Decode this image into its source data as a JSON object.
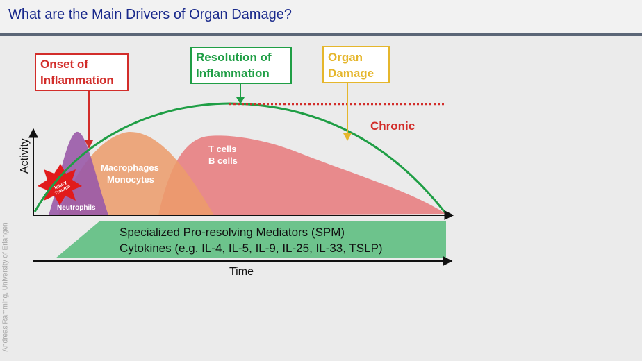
{
  "slide": {
    "title": "What are the Main Drivers of Organ Damage?",
    "watermark": "Andreas Ramming, University of Erlangen"
  },
  "diagram": {
    "onset_label": [
      "Onset of",
      "Inflammation"
    ],
    "resolution_label": [
      "Resolution of",
      "Inflammation"
    ],
    "organ_damage_label": [
      "Organ",
      "Damage"
    ],
    "chronic_label": "Chronic",
    "y_axis_label": "Activity",
    "x_axis_label": "Time",
    "injury_label": [
      "Injury",
      "Trauma"
    ],
    "neutrophils_label": "Neutrophils",
    "macrophages_label": [
      "Macrophages",
      "Monocytes"
    ],
    "lymphocytes_label": [
      "T cells",
      "B cells"
    ],
    "mediators_label": [
      "Specialized Pro-resolving Mediators (SPM)",
      "Cytokines (e.g. IL-4, IL-5, IL-9, IL-25, IL-33, TSLP)"
    ],
    "colors": {
      "onset": "#d22d2a",
      "resolution": "#1f9e45",
      "organ_damage": "#e5b62c",
      "neutrophils": "#9a5aa8",
      "macrophages": "#ec9b6a",
      "lymphocytes": "#e88a8c",
      "injury": "#e11b1b",
      "mediators": "#6dc38c"
    }
  }
}
